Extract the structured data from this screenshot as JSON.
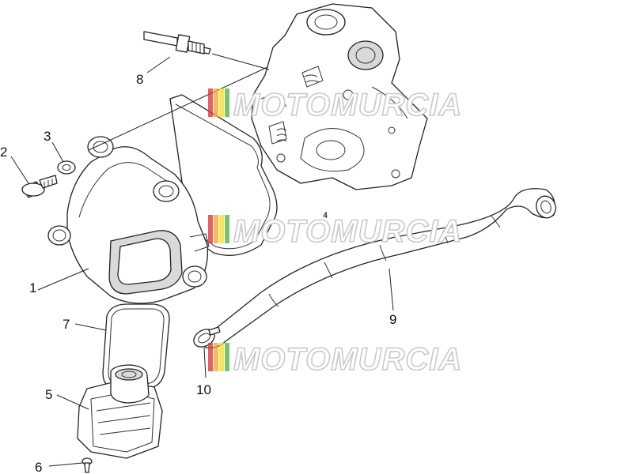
{
  "callouts": {
    "c1": "1",
    "c2": "2",
    "c3": "3",
    "c4": "4",
    "c5": "5",
    "c6": "6",
    "c7": "7",
    "c8": "8",
    "c9": "9",
    "c10": "10"
  },
  "watermark": {
    "text": "MOTOMURCIA",
    "colors": [
      "#e03a3a",
      "#f2a93b",
      "#f5e03a",
      "#5ab54b"
    ]
  }
}
